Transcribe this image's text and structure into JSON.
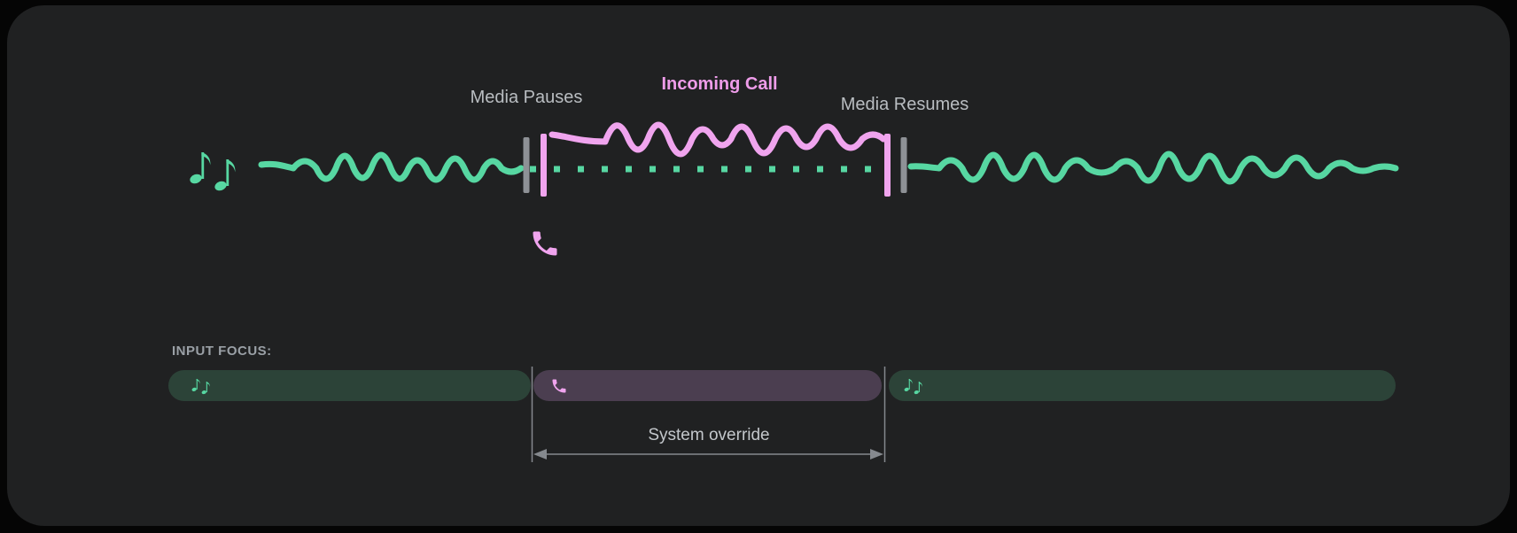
{
  "figure": {
    "description_icons": [
      "music-notes-icon",
      "phone-icon"
    ]
  },
  "timeline": {
    "media_pauses_label": "Media Pauses",
    "incoming_call_label": "Incoming Call",
    "media_resumes_label": "Media Resumes"
  },
  "input_focus": {
    "heading": "INPUT FOCUS:",
    "segments": [
      {
        "type": "media",
        "icon": "music-notes-icon"
      },
      {
        "type": "call",
        "icon": "phone-icon"
      },
      {
        "type": "media",
        "icon": "music-notes-icon"
      }
    ],
    "override_label": "System override"
  },
  "colors": {
    "page_bg": "#050505",
    "card_bg": "#202122",
    "mint": "#57d7a2",
    "pink": "#f0a4ee",
    "pink_text": "#ee9ce9",
    "gray_text": "#b9bdc1",
    "muted_text": "#9aa0a6",
    "bar_green": "#2c4338",
    "bar_purple": "#4b3e50",
    "marker_gray": "#8e9196",
    "guide_gray": "#85898e",
    "override_text": "#c3c7cb"
  }
}
